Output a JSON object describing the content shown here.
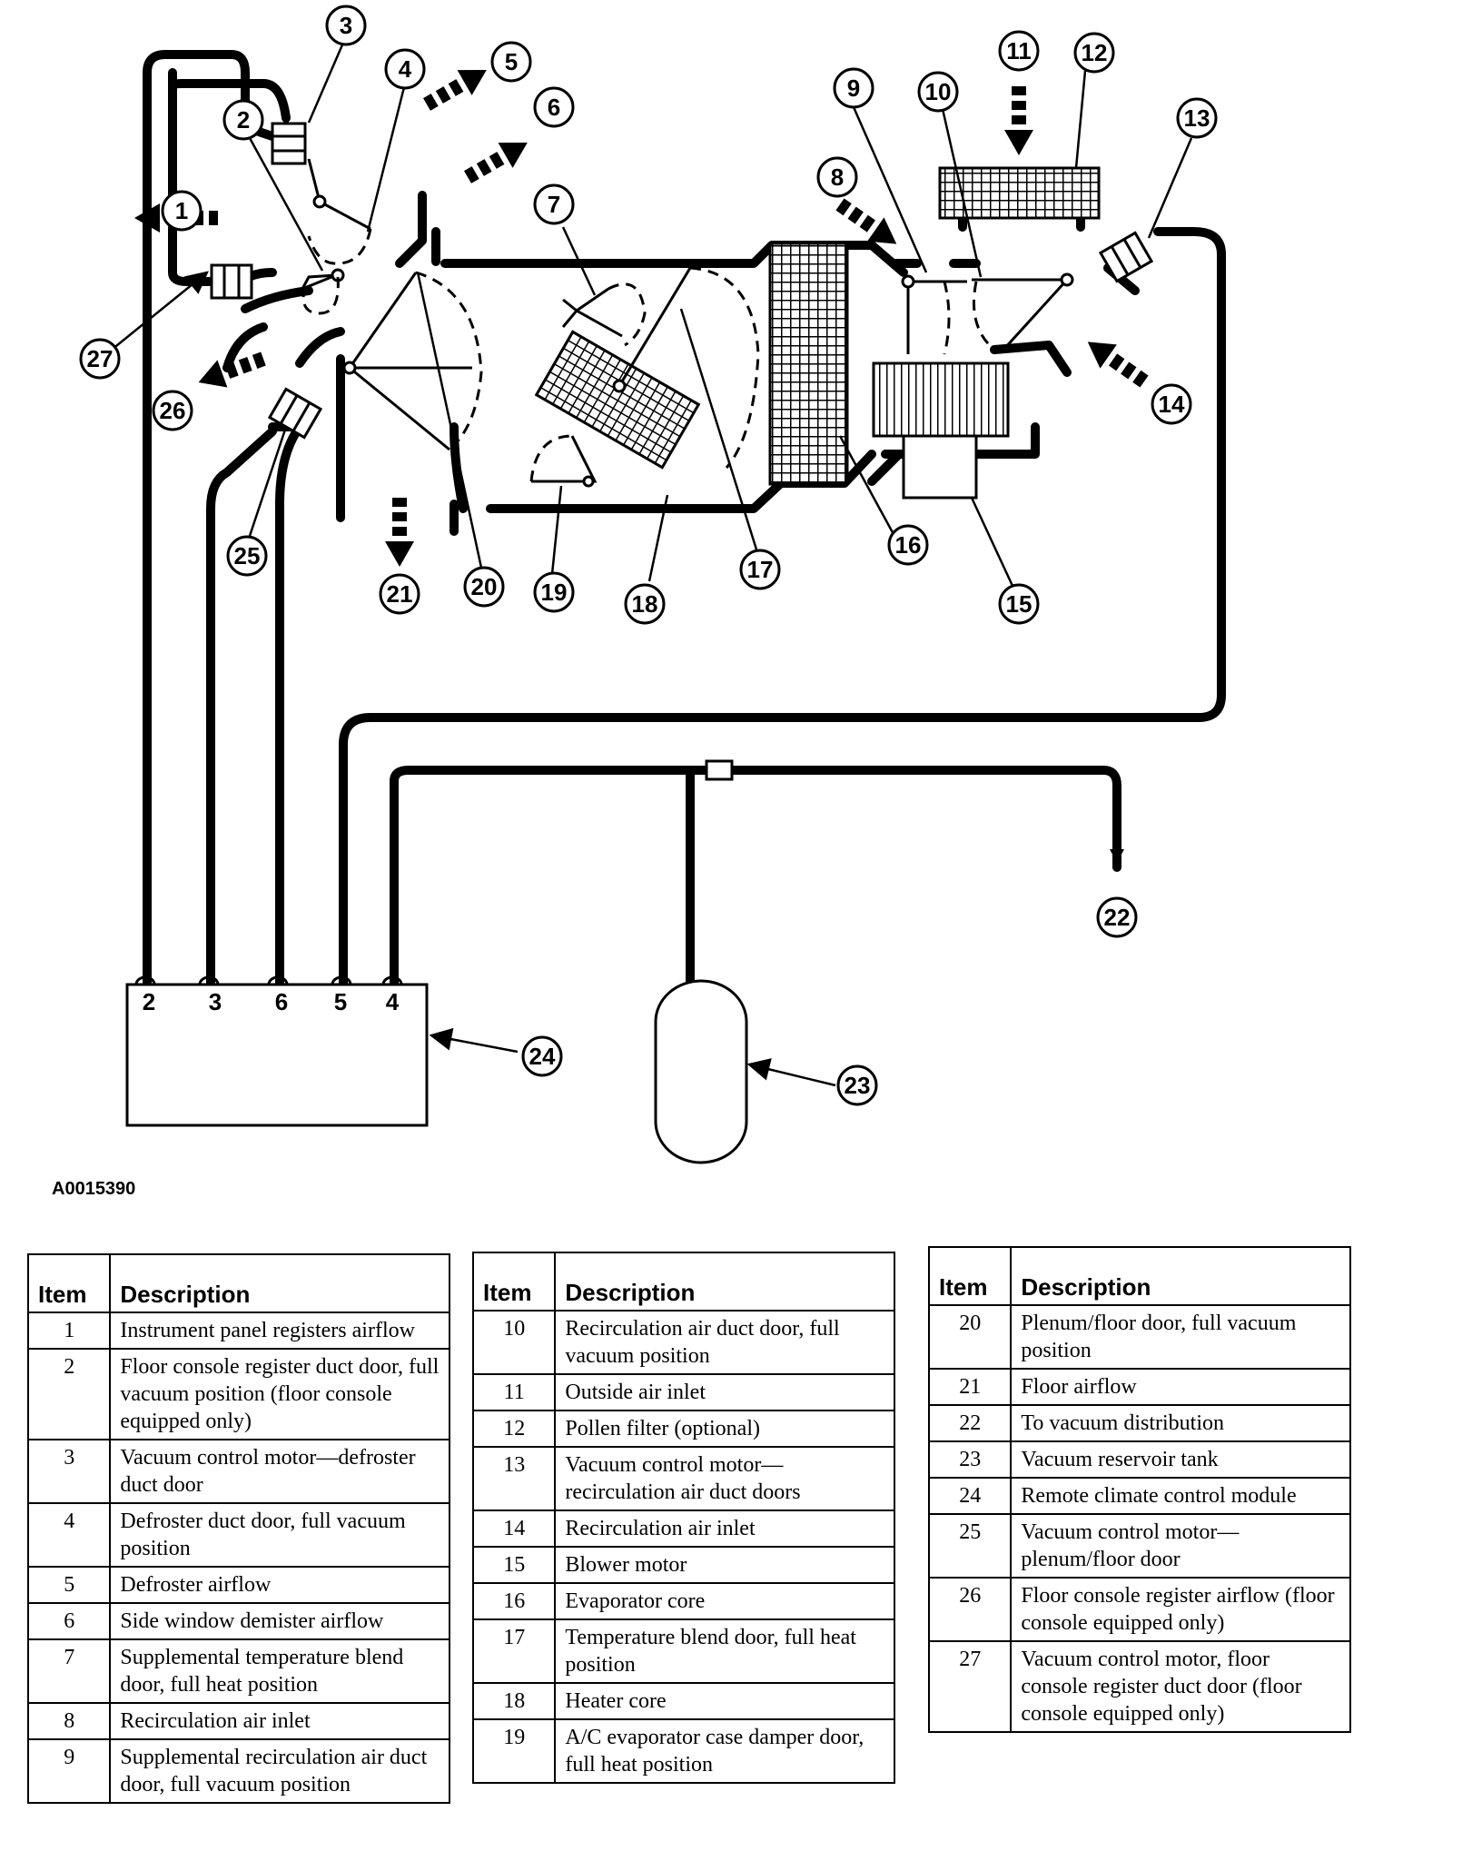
{
  "figure_code": "A0015390",
  "module_ports": [
    "2",
    "3",
    "6",
    "5",
    "4"
  ],
  "callouts": [
    "1",
    "2",
    "3",
    "4",
    "5",
    "6",
    "7",
    "8",
    "9",
    "10",
    "11",
    "12",
    "13",
    "14",
    "15",
    "16",
    "17",
    "18",
    "19",
    "20",
    "21",
    "22",
    "23",
    "24",
    "25",
    "26",
    "27"
  ],
  "tables": [
    {
      "header": {
        "item": "Item",
        "description": "Description"
      },
      "rows": [
        {
          "item": "1",
          "description": "Instrument panel registers airflow"
        },
        {
          "item": "2",
          "description": "Floor console register duct door, full vacuum position (floor console equipped only)"
        },
        {
          "item": "3",
          "description": "Vacuum control motor—defroster duct door"
        },
        {
          "item": "4",
          "description": "Defroster duct door, full vacuum position"
        },
        {
          "item": "5",
          "description": "Defroster airflow"
        },
        {
          "item": "6",
          "description": "Side window demister airflow"
        },
        {
          "item": "7",
          "description": "Supplemental temperature blend door, full heat position"
        },
        {
          "item": "8",
          "description": "Recirculation air inlet"
        },
        {
          "item": "9",
          "description": "Supplemental recirculation air duct door, full vacuum position"
        }
      ]
    },
    {
      "header": {
        "item": "Item",
        "description": "Description"
      },
      "rows": [
        {
          "item": "10",
          "description": "Recirculation air duct door, full vacuum position"
        },
        {
          "item": "11",
          "description": "Outside air inlet"
        },
        {
          "item": "12",
          "description": "Pollen filter (optional)"
        },
        {
          "item": "13",
          "description": "Vacuum control motor—recirculation air duct doors"
        },
        {
          "item": "14",
          "description": "Recirculation air inlet"
        },
        {
          "item": "15",
          "description": "Blower motor"
        },
        {
          "item": "16",
          "description": "Evaporator core"
        },
        {
          "item": "17",
          "description": "Temperature blend door, full heat position"
        },
        {
          "item": "18",
          "description": "Heater core"
        },
        {
          "item": "19",
          "description": "A/C evaporator case damper door, full heat position"
        }
      ]
    },
    {
      "header": {
        "item": "Item",
        "description": "Description"
      },
      "rows": [
        {
          "item": "20",
          "description": "Plenum/floor door, full vacuum position"
        },
        {
          "item": "21",
          "description": "Floor airflow"
        },
        {
          "item": "22",
          "description": "To vacuum distribution"
        },
        {
          "item": "23",
          "description": "Vacuum reservoir tank"
        },
        {
          "item": "24",
          "description": "Remote climate control module"
        },
        {
          "item": "25",
          "description": "Vacuum control motor—plenum/floor door"
        },
        {
          "item": "26",
          "description": "Floor console register airflow (floor console equipped only)"
        },
        {
          "item": "27",
          "description": "Vacuum control motor, floor console register duct door (floor console equipped only)"
        }
      ]
    }
  ]
}
